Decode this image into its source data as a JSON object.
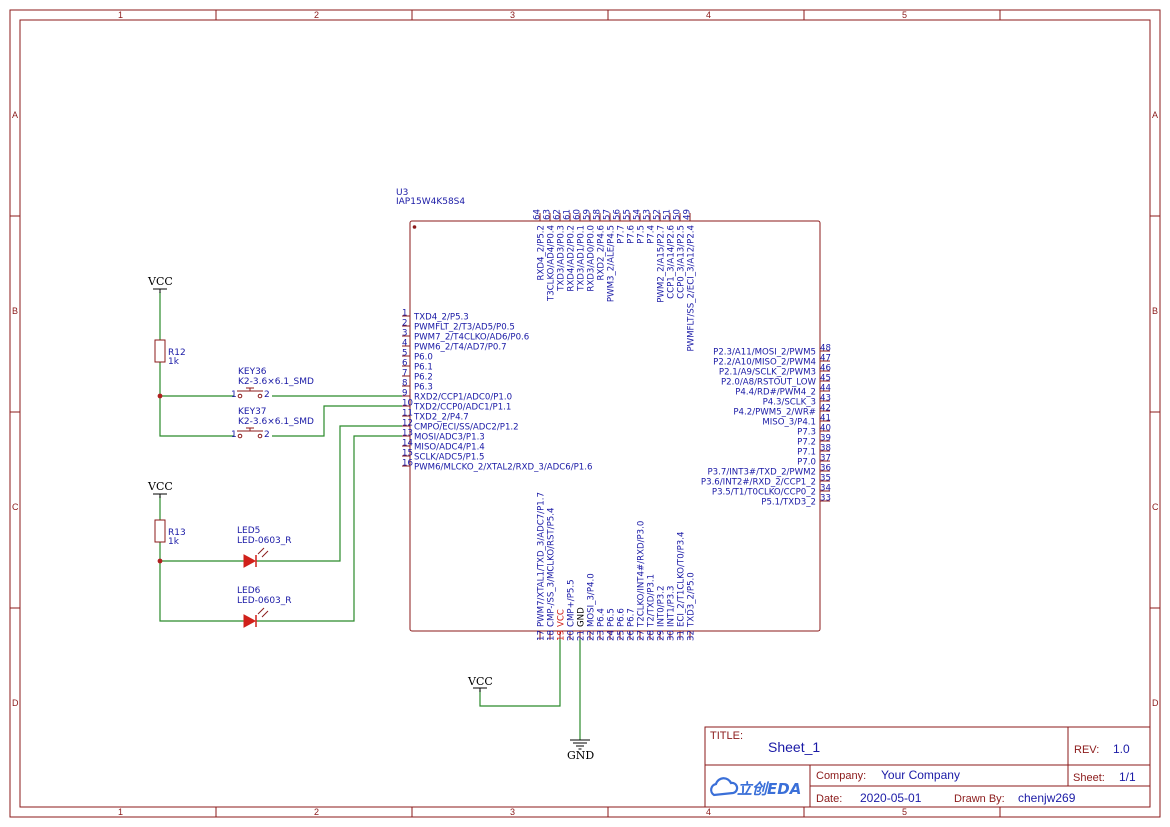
{
  "frame": {
    "columns": [
      "1",
      "2",
      "3",
      "4",
      "5"
    ],
    "rows": [
      "A",
      "B",
      "C",
      "D"
    ]
  },
  "chip": {
    "designator": "U3",
    "part": "IAP15W4K58S4",
    "left_pins": [
      {
        "num": "1",
        "name": "TXD4_2/P5.3"
      },
      {
        "num": "2",
        "name": "PWMFLT_2/T3/AD5/P0.5"
      },
      {
        "num": "3",
        "name": "PWM7_2/T4CLKO/AD6/P0.6"
      },
      {
        "num": "4",
        "name": "PWM6_2/T4/AD7/P0.7"
      },
      {
        "num": "5",
        "name": "P6.0"
      },
      {
        "num": "6",
        "name": "P6.1"
      },
      {
        "num": "7",
        "name": "P6.2"
      },
      {
        "num": "8",
        "name": "P6.3"
      },
      {
        "num": "9",
        "name": "RXD2/CCP1/ADC0/P1.0"
      },
      {
        "num": "10",
        "name": "TXD2/CCP0/ADC1/P1.1"
      },
      {
        "num": "11",
        "name": "TXD2_2/P4.7"
      },
      {
        "num": "12",
        "name": "CMPO/ECI/SS/ADC2/P1.2"
      },
      {
        "num": "13",
        "name": "MOSI/ADC3/P1.3"
      },
      {
        "num": "14",
        "name": "MISO/ADC4/P1.4"
      },
      {
        "num": "15",
        "name": "SCLK/ADC5/P1.5"
      },
      {
        "num": "16",
        "name": "PWM6/MLCKO_2/XTAL2/RXD_3/ADC6/P1.6"
      }
    ],
    "right_pins": [
      {
        "num": "48",
        "name": "P2.3/A11/MOSI_2/PWM5"
      },
      {
        "num": "47",
        "name": "P2.2/A10/MISO_2/PWM4"
      },
      {
        "num": "46",
        "name": "P2.1/A9/SCLK_2/PWM3"
      },
      {
        "num": "45",
        "name": "P2.0/A8/RSTOUT_LOW"
      },
      {
        "num": "44",
        "name": "P4.4/RD#/PWM4_2"
      },
      {
        "num": "43",
        "name": "P4.3/SCLK_3"
      },
      {
        "num": "42",
        "name": "P4.2/PWM5_2/WR#"
      },
      {
        "num": "41",
        "name": "MISO_3/P4.1"
      },
      {
        "num": "40",
        "name": "P7.3"
      },
      {
        "num": "39",
        "name": "P7.2"
      },
      {
        "num": "38",
        "name": "P7.1"
      },
      {
        "num": "37",
        "name": "P7.0"
      },
      {
        "num": "36",
        "name": "P3.7/INT3#/TXD_2/PWM2"
      },
      {
        "num": "35",
        "name": "P3.6/INT2#/RXD_2/CCP1_2"
      },
      {
        "num": "34",
        "name": "P3.5/T1/T0CLKO/CCP0_2"
      },
      {
        "num": "33",
        "name": "P5.1/TXD3_2"
      }
    ],
    "top_pins": [
      {
        "num": "64",
        "name": "RXD4_2/P5.2"
      },
      {
        "num": "63",
        "name": "T3CLKO/AD4/P0.4"
      },
      {
        "num": "62",
        "name": "TXD3/AD3/P0.3"
      },
      {
        "num": "61",
        "name": "RXD4/AD2/P0.2"
      },
      {
        "num": "60",
        "name": "TXD3/AD1/P0.1"
      },
      {
        "num": "59",
        "name": "RXD3/AD0/P0.0"
      },
      {
        "num": "58",
        "name": "RXD2_2/P4.6"
      },
      {
        "num": "57",
        "name": "PWM3_2/ALE/P4.5"
      },
      {
        "num": "56",
        "name": "P7.7"
      },
      {
        "num": "55",
        "name": "P7.6"
      },
      {
        "num": "54",
        "name": "P7.5"
      },
      {
        "num": "53",
        "name": "P7.4"
      },
      {
        "num": "52",
        "name": "PWM2_2/A15/P2.7"
      },
      {
        "num": "51",
        "name": "CCP1_3/A14/P2.6"
      },
      {
        "num": "50",
        "name": "CCP0_3/A13/P2.5"
      },
      {
        "num": "49",
        "name": "PWMFLT/SS_2/ECI_3/A12/P2.4"
      }
    ],
    "bottom_pins": [
      {
        "num": "17",
        "name": "PWM7/XTAL1/TXD_3/ADC7/P1.7"
      },
      {
        "num": "18",
        "name": "CMP-/SS_3/MCLKO/RST/P5.4"
      },
      {
        "num": "19",
        "name": "VCC"
      },
      {
        "num": "20",
        "name": "CMP+/P5.5"
      },
      {
        "num": "21",
        "name": "GND"
      },
      {
        "num": "22",
        "name": "MOSI_3/P4.0"
      },
      {
        "num": "23",
        "name": "P6.4"
      },
      {
        "num": "24",
        "name": "P6.5"
      },
      {
        "num": "25",
        "name": "P6.6"
      },
      {
        "num": "26",
        "name": "P6.7"
      },
      {
        "num": "27",
        "name": "T2CLKO/INT4#/RXD/P3.0"
      },
      {
        "num": "28",
        "name": "T2/TXD/P3.1"
      },
      {
        "num": "29",
        "name": "INT0/P3.2"
      },
      {
        "num": "30",
        "name": "INT1/P3.3"
      },
      {
        "num": "31",
        "name": "ECI_2/T1CLKO/T0/P3.4"
      },
      {
        "num": "32",
        "name": "TXD3_2/P5.0"
      }
    ]
  },
  "components": {
    "vcc1": "VCC",
    "vcc2": "VCC",
    "vcc3": "VCC",
    "gnd": "GND",
    "r12": {
      "designator": "R12",
      "value": "1k"
    },
    "r13": {
      "designator": "R13",
      "value": "1k"
    },
    "key36": {
      "designator": "KEY36",
      "footprint": "K2-3.6×6.1_SMD",
      "pin1": "1",
      "pin2": "2"
    },
    "key37": {
      "designator": "KEY37",
      "footprint": "K2-3.6×6.1_SMD",
      "pin1": "1",
      "pin2": "2"
    },
    "led5": {
      "designator": "LED5",
      "footprint": "LED-0603_R"
    },
    "led6": {
      "designator": "LED6",
      "footprint": "LED-0603_R"
    }
  },
  "title_block": {
    "title_label": "TITLE:",
    "title_value": "Sheet_1",
    "rev_label": "REV:",
    "rev_value": "1.0",
    "company_label": "Company:",
    "company_value": "Your Company",
    "sheet_label": "Sheet:",
    "sheet_value": "1/1",
    "date_label": "Date:",
    "date_value": "2020-05-01",
    "drawn_label": "Drawn By:",
    "drawn_value": "chenjw269",
    "logo_text": "立创EDA",
    "colors": {
      "frame": "#8b1a1a",
      "text": "#1a1aa6",
      "wire": "#2a8a2a",
      "highlight": "#d0201a"
    }
  }
}
